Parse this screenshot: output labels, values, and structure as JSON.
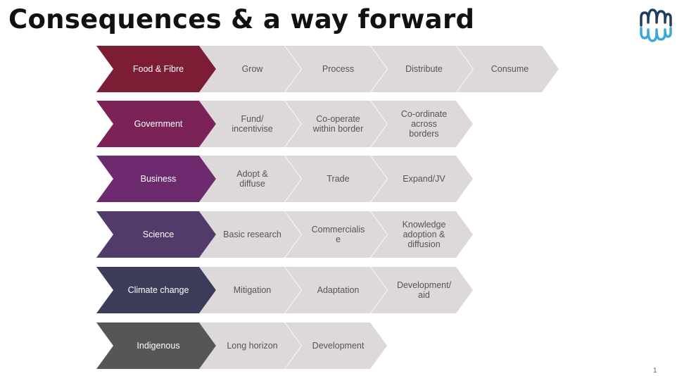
{
  "slide": {
    "title": "Consequences & a way forward",
    "page_number": "1"
  },
  "colors": {
    "step_background": "#ddd8da",
    "step_text": "#555555",
    "logo_dark": "#1f3f5f",
    "logo_light": "#3aa9d8"
  },
  "rows": [
    {
      "label": "Food & Fibre",
      "color": "#7c1d35",
      "steps": [
        "Grow",
        "Process",
        "Distribute",
        "Consume"
      ]
    },
    {
      "label": "Government",
      "color": "#7b2357",
      "steps": [
        "Fund/\nincentivise",
        "Co-operate\nwithin border",
        "Co-ordinate\nacross\nborders"
      ]
    },
    {
      "label": "Business",
      "color": "#6d2a6e",
      "steps": [
        "Adopt &\ndiffuse",
        "Trade",
        "Expand/JV"
      ]
    },
    {
      "label": "Science",
      "color": "#523a6a",
      "steps": [
        "Basic research",
        "Commercialis\ne",
        "Knowledge\nadoption &\ndiffusion"
      ]
    },
    {
      "label": "Climate change",
      "color": "#3b3c5a",
      "steps": [
        "Mitigation",
        "Adaptation",
        "Development/\naid"
      ]
    },
    {
      "label": "Indigenous",
      "color": "#555658",
      "steps": [
        "Long horizon",
        "Development"
      ]
    }
  ]
}
